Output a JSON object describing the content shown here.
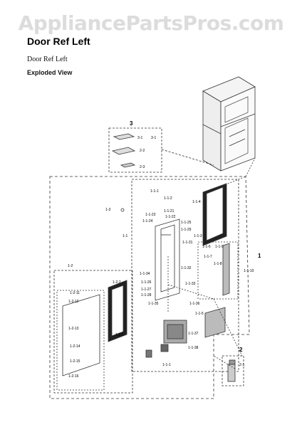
{
  "watermark": "AppliancePartsPros.com",
  "header": {
    "title": "Door Ref Left",
    "subtitle": "Door Ref Left",
    "view": "Exploded View"
  },
  "group_labels": {
    "g1": "1",
    "g2": "2",
    "g3": "3",
    "sub_1_1": "1-1",
    "sub_1_2": "1-2",
    "sub_1_3": "1-3",
    "sub_1_1_1": "1-1-1",
    "sub_1_1_2": "1-1-2",
    "sub_1_1_3": "1-1-3",
    "sub_1_1_4": "1-1-4",
    "sub_1_1_5": "1-1-5",
    "sub_1_1_10": "1-1-10",
    "sub_1_2_1": "1-2-1",
    "sub_1_2_2": "1-2-2",
    "sub_2_1": "2-1",
    "sub_3_1": "3-1",
    "sub_2_2": "2-2",
    "sub_2_3": "2-3",
    "p_3_1a": "3-1",
    "p_1_1_6": "1-1-6",
    "p_1_1_7": "1-1-7",
    "p_1_1_8": "1-1-8",
    "p_1_1_9": "1-1-9",
    "p_1_1_21": "1-1-21",
    "p_1_1_22": "1-1-22",
    "p_1_1_23": "1-1-23",
    "p_1_1_24": "1-1-24",
    "p_1_1_25": "1-1-25",
    "p_1_1_26": "1-1-26",
    "p_1_1_27": "1-1-27",
    "p_1_1_28": "1-1-28",
    "p_1_1_29": "1-1-29",
    "p_1_1_31": "1-1-31",
    "p_1_1_32": "1-1-32",
    "p_1_1_33": "1-1-33",
    "p_1_1_34": "1-1-34",
    "p_1_1_35": "1-1-35",
    "p_1_1_36": "1-1-36",
    "p_1_1_37": "1-1-37",
    "p_1_1_38": "1-1-38",
    "p_1_2_11": "1-2-11",
    "p_1_2_12": "1-2-12",
    "p_1_2_13": "1-2-13",
    "p_1_2_14": "1-2-14",
    "p_1_2_15": "1-2-15",
    "p_1_2_16": "1-2-16"
  }
}
